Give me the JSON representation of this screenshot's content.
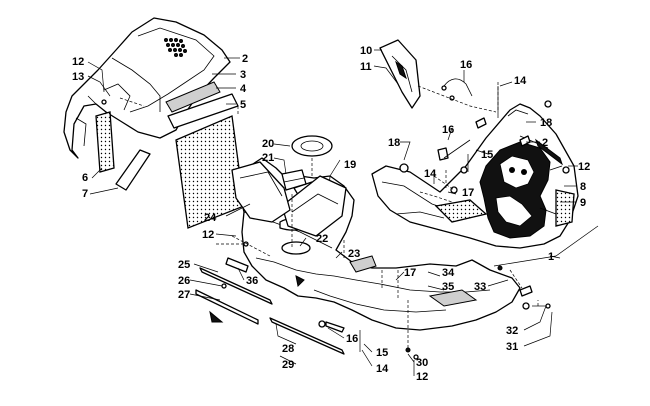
{
  "diagram": {
    "labels": {
      "p1": "1",
      "p2a": "2",
      "p2b": "2",
      "p3": "3",
      "p4": "4",
      "p5": "5",
      "p6": "6",
      "p7": "7",
      "p8": "8",
      "p9": "9",
      "p10": "10",
      "p11": "11",
      "p12a": "12",
      "p12b": "12",
      "p12c": "12",
      "p12d": "12",
      "p13": "13",
      "p14a": "14",
      "p14b": "14",
      "p14c": "14",
      "p15a": "15",
      "p15b": "15",
      "p16a": "16",
      "p16b": "16",
      "p16c": "16",
      "p17a": "17",
      "p17b": "17",
      "p18a": "18",
      "p18b": "18",
      "p19": "19",
      "p20": "20",
      "p21": "21",
      "p22": "22",
      "p23": "23",
      "p24": "24",
      "p25": "25",
      "p26": "26",
      "p27": "27",
      "p28": "28",
      "p29": "29",
      "p30": "30",
      "p31": "31",
      "p32": "32",
      "p33": "33",
      "p34": "34",
      "p35": "35",
      "p36": "36"
    }
  }
}
